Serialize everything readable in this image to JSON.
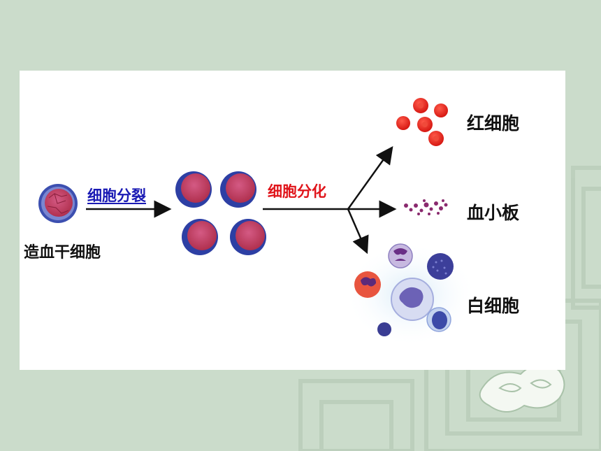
{
  "diagram": {
    "stem_cell_label": "造血干细胞",
    "division_label": "细胞分裂",
    "differentiation_label": "细胞分化",
    "outputs": {
      "red_blood_cell_label": "红细胞",
      "platelet_label": "血小板",
      "white_blood_cell_label": "白细胞"
    }
  },
  "colors": {
    "background": "#cbdccb",
    "panel": "#ffffff",
    "division_label": "#1a1ab4",
    "differentiation_label": "#e0141a",
    "red_cell": "#e5211e",
    "cell_nucleus": "#c43a6a",
    "cell_membrane": "#3a4fb0"
  }
}
